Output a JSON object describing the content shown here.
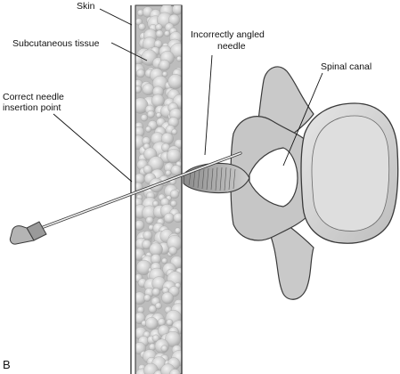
{
  "labels": {
    "skin": "Skin",
    "subcutaneous_tissue": "Subcutaneous tissue",
    "incorrect_needle_line1": "Incorrectly angled",
    "incorrect_needle_line2": "needle",
    "spinal_canal": "Spinal canal",
    "correct_point_line1": "Correct needle",
    "correct_point_line2": "insertion point",
    "panel_letter": "B"
  },
  "colors": {
    "tissue_fill": "#bdbdbd",
    "bone_fill": "#c9c9c9",
    "vertebral_body_inner": "#dedede",
    "outline": "#3a3a3a",
    "needle_fill": "#f2f2f2",
    "hub_fill": "#9a9a9a"
  }
}
